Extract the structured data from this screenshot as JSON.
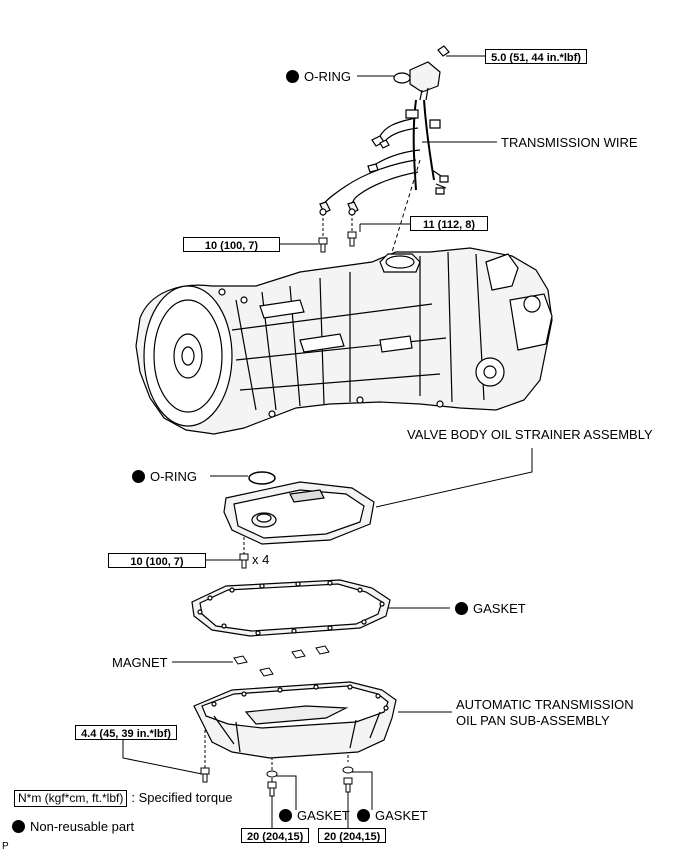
{
  "labels": {
    "o_ring_top": "O-RING",
    "transmission_wire": "TRANSMISSION WIRE",
    "valve_body": "VALVE BODY OIL STRAINER ASSEMBLY",
    "o_ring_strainer": "O-RING",
    "gasket_pan": "GASKET",
    "magnet": "MAGNET",
    "oil_pan_line1": "AUTOMATIC TRANSMISSION",
    "oil_pan_line2": "OIL PAN SUB-ASSEMBLY",
    "gasket_drain1": "GASKET",
    "gasket_drain2": "GASKET",
    "times_four": "x 4",
    "corner_code": "P"
  },
  "torques": {
    "sensor_bolt": "5.0 (51, 44 in.*lbf)",
    "wire_clamp_right": "11 (112, 8)",
    "wire_clamp_left": "10 (100, 7)",
    "strainer_bolts": "10 (100, 7)",
    "pan_bolt": "4.4 (45, 39 in.*lbf)",
    "drain_plug1": "20 (204,15)",
    "drain_plug2": "20 (204,15)"
  },
  "legend": {
    "unit_box": "N*m (kgf*cm, ft.*lbf)",
    "unit_desc": ": Specified torque",
    "nonreusable": "Non-reusable part"
  },
  "colors": {
    "ink": "#000000",
    "background": "#ffffff",
    "part_fill": "#f4f4f4"
  }
}
